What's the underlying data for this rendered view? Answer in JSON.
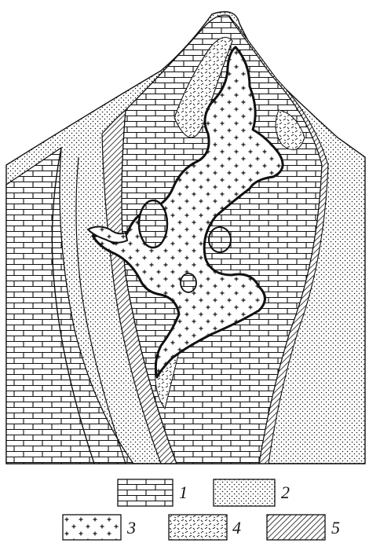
{
  "figure": {
    "kind": "geological cross-section of a dome / outcrop with a branching intrusive body",
    "colors": {
      "ink": "#111111",
      "paper": "#ffffff"
    }
  },
  "legend": [
    {
      "number": "1",
      "pattern": "brick"
    },
    {
      "number": "2",
      "pattern": "fine-dots"
    },
    {
      "number": "3",
      "pattern": "crosses"
    },
    {
      "number": "4",
      "pattern": "dashes"
    },
    {
      "number": "5",
      "pattern": "diagonal-hatch"
    }
  ]
}
